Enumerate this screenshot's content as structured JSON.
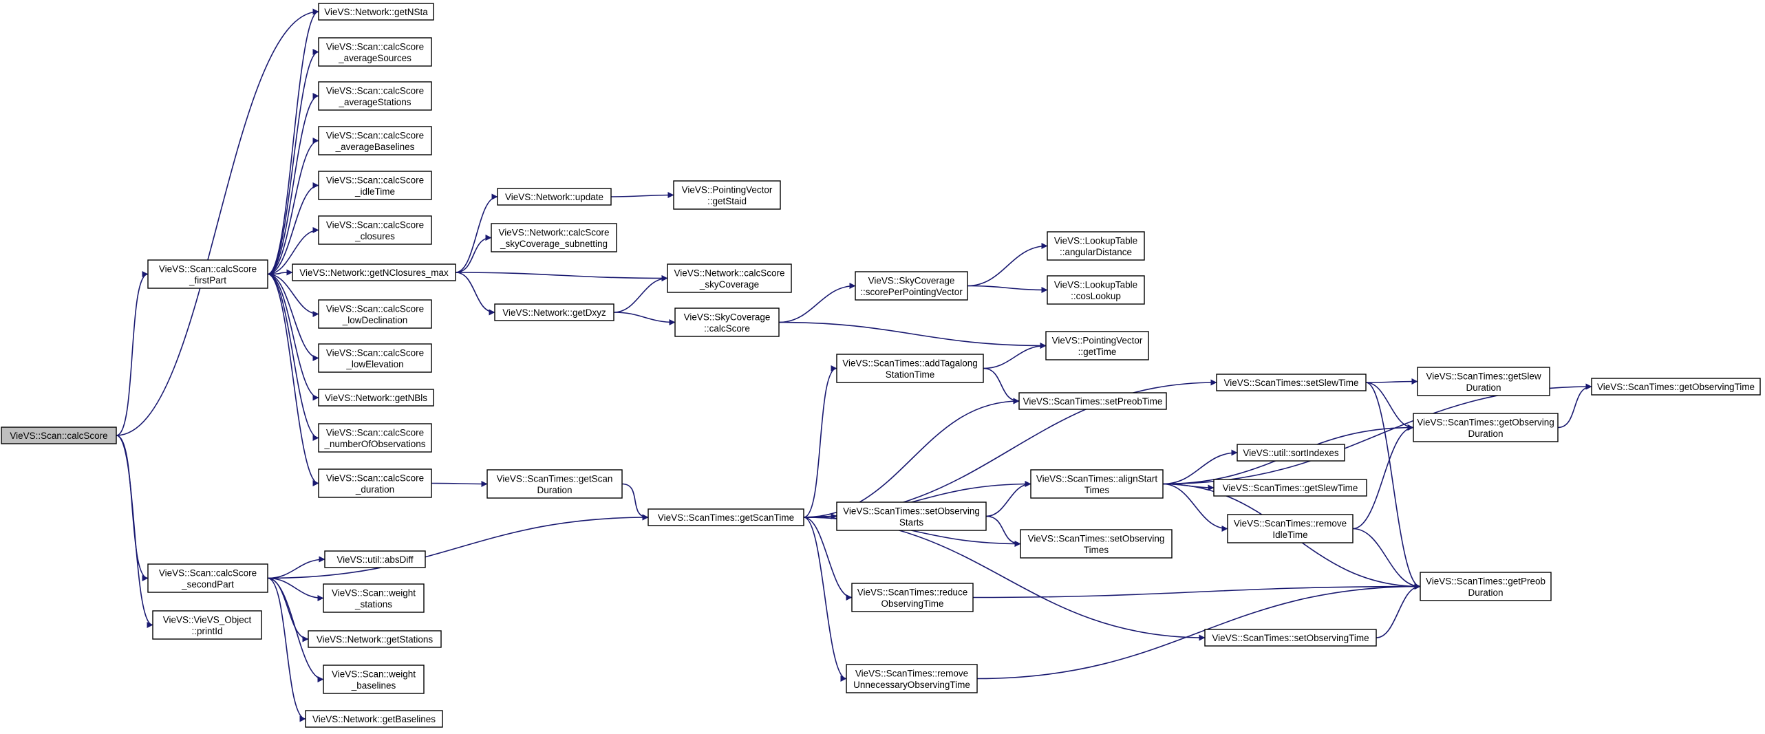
{
  "colors": {
    "edge": "#191970",
    "root_fill": "#bfbfbf",
    "node_fill": "#ffffff",
    "border": "#000000"
  },
  "nodes": [
    {
      "id": "calcScore",
      "lines": [
        "VieVS::Scan::calcScore"
      ],
      "root": true
    },
    {
      "id": "firstPart",
      "lines": [
        "VieVS::Scan::calcScore",
        "_firstPart"
      ]
    },
    {
      "id": "secondPart",
      "lines": [
        "VieVS::Scan::calcScore",
        "_secondPart"
      ]
    },
    {
      "id": "printId",
      "lines": [
        "VieVS::VieVS_Object",
        "::printId"
      ]
    },
    {
      "id": "getNSta",
      "lines": [
        "VieVS::Network::getNSta"
      ]
    },
    {
      "id": "avgSources",
      "lines": [
        "VieVS::Scan::calcScore",
        "_averageSources"
      ]
    },
    {
      "id": "avgStations",
      "lines": [
        "VieVS::Scan::calcScore",
        "_averageStations"
      ]
    },
    {
      "id": "avgBaselines",
      "lines": [
        "VieVS::Scan::calcScore",
        "_averageBaselines"
      ]
    },
    {
      "id": "idleTime",
      "lines": [
        "VieVS::Scan::calcScore",
        "_idleTime"
      ]
    },
    {
      "id": "closures",
      "lines": [
        "VieVS::Scan::calcScore",
        "_closures"
      ]
    },
    {
      "id": "getNClosuresMax",
      "lines": [
        "VieVS::Network::getNClosures_max"
      ]
    },
    {
      "id": "lowDeclination",
      "lines": [
        "VieVS::Scan::calcScore",
        "_lowDeclination"
      ]
    },
    {
      "id": "lowElevation",
      "lines": [
        "VieVS::Scan::calcScore",
        "_lowElevation"
      ]
    },
    {
      "id": "getNBls",
      "lines": [
        "VieVS::Network::getNBls"
      ]
    },
    {
      "id": "numberOfObs",
      "lines": [
        "VieVS::Scan::calcScore",
        "_numberOfObservations"
      ]
    },
    {
      "id": "duration",
      "lines": [
        "VieVS::Scan::calcScore",
        "_duration"
      ]
    },
    {
      "id": "networkUpdate",
      "lines": [
        "VieVS::Network::update"
      ]
    },
    {
      "id": "skyCovSubnetting",
      "lines": [
        "VieVS::Network::calcScore",
        "_skyCoverage_subnetting"
      ]
    },
    {
      "id": "getDxyz",
      "lines": [
        "VieVS::Network::getDxyz"
      ]
    },
    {
      "id": "getStaid",
      "lines": [
        "VieVS::PointingVector",
        "::getStaid"
      ]
    },
    {
      "id": "netSkyCoverage",
      "lines": [
        "VieVS::Network::calcScore",
        "_skyCoverage"
      ]
    },
    {
      "id": "skyCovCalcScore",
      "lines": [
        "VieVS::SkyCoverage",
        "::calcScore"
      ]
    },
    {
      "id": "scorePerPV",
      "lines": [
        "VieVS::SkyCoverage",
        "::scorePerPointingVector"
      ]
    },
    {
      "id": "angularDistance",
      "lines": [
        "VieVS::LookupTable",
        "::angularDistance"
      ]
    },
    {
      "id": "cosLookup",
      "lines": [
        "VieVS::LookupTable",
        "::cosLookup"
      ]
    },
    {
      "id": "pvGetTime",
      "lines": [
        "VieVS::PointingVector",
        "::getTime"
      ]
    },
    {
      "id": "getScanDuration",
      "lines": [
        "VieVS::ScanTimes::getScan",
        "Duration"
      ]
    },
    {
      "id": "getScanTime",
      "lines": [
        "VieVS::ScanTimes::getScanTime"
      ]
    },
    {
      "id": "addTagalong",
      "lines": [
        "VieVS::ScanTimes::addTagalong",
        "StationTime"
      ]
    },
    {
      "id": "setPreobTime",
      "lines": [
        "VieVS::ScanTimes::setPreobTime"
      ]
    },
    {
      "id": "setObsStarts",
      "lines": [
        "VieVS::ScanTimes::setObserving",
        "Starts"
      ]
    },
    {
      "id": "alignStartTimes",
      "lines": [
        "VieVS::ScanTimes::alignStart",
        "Times"
      ]
    },
    {
      "id": "setObsTimes",
      "lines": [
        "VieVS::ScanTimes::setObserving",
        "Times"
      ]
    },
    {
      "id": "reduceObsTime",
      "lines": [
        "VieVS::ScanTimes::reduce",
        "ObservingTime"
      ]
    },
    {
      "id": "removeUnnecessary",
      "lines": [
        "VieVS::ScanTimes::remove",
        "UnnecessaryObservingTime"
      ]
    },
    {
      "id": "setSlewTime",
      "lines": [
        "VieVS::ScanTimes::setSlewTime"
      ]
    },
    {
      "id": "sortIndexes",
      "lines": [
        "VieVS::util::sortIndexes"
      ]
    },
    {
      "id": "getSlewTime",
      "lines": [
        "VieVS::ScanTimes::getSlewTime"
      ]
    },
    {
      "id": "removeIdleTime",
      "lines": [
        "VieVS::ScanTimes::remove",
        "IdleTime"
      ]
    },
    {
      "id": "setObservingTime",
      "lines": [
        "VieVS::ScanTimes::setObservingTime"
      ]
    },
    {
      "id": "getSlewDuration",
      "lines": [
        "VieVS::ScanTimes::getSlew",
        "Duration"
      ]
    },
    {
      "id": "getObsDuration",
      "lines": [
        "VieVS::ScanTimes::getObserving",
        "Duration"
      ]
    },
    {
      "id": "getPreobDuration",
      "lines": [
        "VieVS::ScanTimes::getPreob",
        "Duration"
      ]
    },
    {
      "id": "getObservingTime",
      "lines": [
        "VieVS::ScanTimes::getObservingTime"
      ]
    },
    {
      "id": "absDiff",
      "lines": [
        "VieVS::util::absDiff"
      ]
    },
    {
      "id": "weightStations",
      "lines": [
        "VieVS::Scan::weight",
        "_stations"
      ]
    },
    {
      "id": "getStations",
      "lines": [
        "VieVS::Network::getStations"
      ]
    },
    {
      "id": "weightBaselines",
      "lines": [
        "VieVS::Scan::weight",
        "_baselines"
      ]
    },
    {
      "id": "getBaselines",
      "lines": [
        "VieVS::Network::getBaselines"
      ]
    }
  ],
  "edges": [
    [
      "calcScore",
      "getNSta"
    ],
    [
      "calcScore",
      "firstPart"
    ],
    [
      "calcScore",
      "secondPart"
    ],
    [
      "calcScore",
      "printId"
    ],
    [
      "firstPart",
      "getNSta"
    ],
    [
      "firstPart",
      "avgSources"
    ],
    [
      "firstPart",
      "avgStations"
    ],
    [
      "firstPart",
      "avgBaselines"
    ],
    [
      "firstPart",
      "idleTime"
    ],
    [
      "firstPart",
      "closures"
    ],
    [
      "firstPart",
      "getNClosuresMax"
    ],
    [
      "firstPart",
      "lowDeclination"
    ],
    [
      "firstPart",
      "lowElevation"
    ],
    [
      "firstPart",
      "getNBls"
    ],
    [
      "firstPart",
      "numberOfObs"
    ],
    [
      "firstPart",
      "duration"
    ],
    [
      "getNClosuresMax",
      "networkUpdate"
    ],
    [
      "getNClosuresMax",
      "skyCovSubnetting"
    ],
    [
      "getNClosuresMax",
      "netSkyCoverage"
    ],
    [
      "getNClosuresMax",
      "getDxyz"
    ],
    [
      "networkUpdate",
      "getStaid"
    ],
    [
      "getDxyz",
      "netSkyCoverage"
    ],
    [
      "getDxyz",
      "skyCovCalcScore"
    ],
    [
      "skyCovCalcScore",
      "scorePerPV"
    ],
    [
      "skyCovCalcScore",
      "pvGetTime"
    ],
    [
      "scorePerPV",
      "angularDistance"
    ],
    [
      "scorePerPV",
      "cosLookup"
    ],
    [
      "duration",
      "getScanDuration"
    ],
    [
      "getScanDuration",
      "getScanTime"
    ],
    [
      "secondPart",
      "getScanTime"
    ],
    [
      "secondPart",
      "absDiff"
    ],
    [
      "secondPart",
      "weightStations"
    ],
    [
      "secondPart",
      "getStations"
    ],
    [
      "secondPart",
      "weightBaselines"
    ],
    [
      "secondPart",
      "getBaselines"
    ],
    [
      "getScanTime",
      "addTagalong"
    ],
    [
      "getScanTime",
      "setPreobTime"
    ],
    [
      "getScanTime",
      "setSlewTime"
    ],
    [
      "getScanTime",
      "alignStartTimes"
    ],
    [
      "getScanTime",
      "setObsStarts"
    ],
    [
      "getScanTime",
      "setObsTimes"
    ],
    [
      "getScanTime",
      "reduceObsTime"
    ],
    [
      "getScanTime",
      "setObservingTime"
    ],
    [
      "getScanTime",
      "removeUnnecessary"
    ],
    [
      "addTagalong",
      "pvGetTime"
    ],
    [
      "addTagalong",
      "setPreobTime"
    ],
    [
      "setObsStarts",
      "alignStartTimes"
    ],
    [
      "setObsStarts",
      "setObsTimes"
    ],
    [
      "alignStartTimes",
      "getObservingTime"
    ],
    [
      "alignStartTimes",
      "getObsDuration"
    ],
    [
      "alignStartTimes",
      "sortIndexes"
    ],
    [
      "alignStartTimes",
      "getSlewTime"
    ],
    [
      "alignStartTimes",
      "removeIdleTime"
    ],
    [
      "alignStartTimes",
      "getPreobDuration"
    ],
    [
      "setSlewTime",
      "getSlewDuration"
    ],
    [
      "setSlewTime",
      "getObsDuration"
    ],
    [
      "setSlewTime",
      "getPreobDuration"
    ],
    [
      "removeIdleTime",
      "getObsDuration"
    ],
    [
      "removeIdleTime",
      "getPreobDuration"
    ],
    [
      "getObsDuration",
      "getObservingTime"
    ],
    [
      "reduceObsTime",
      "getPreobDuration"
    ],
    [
      "setObservingTime",
      "getPreobDuration"
    ],
    [
      "removeUnnecessary",
      "getPreobDuration"
    ]
  ]
}
